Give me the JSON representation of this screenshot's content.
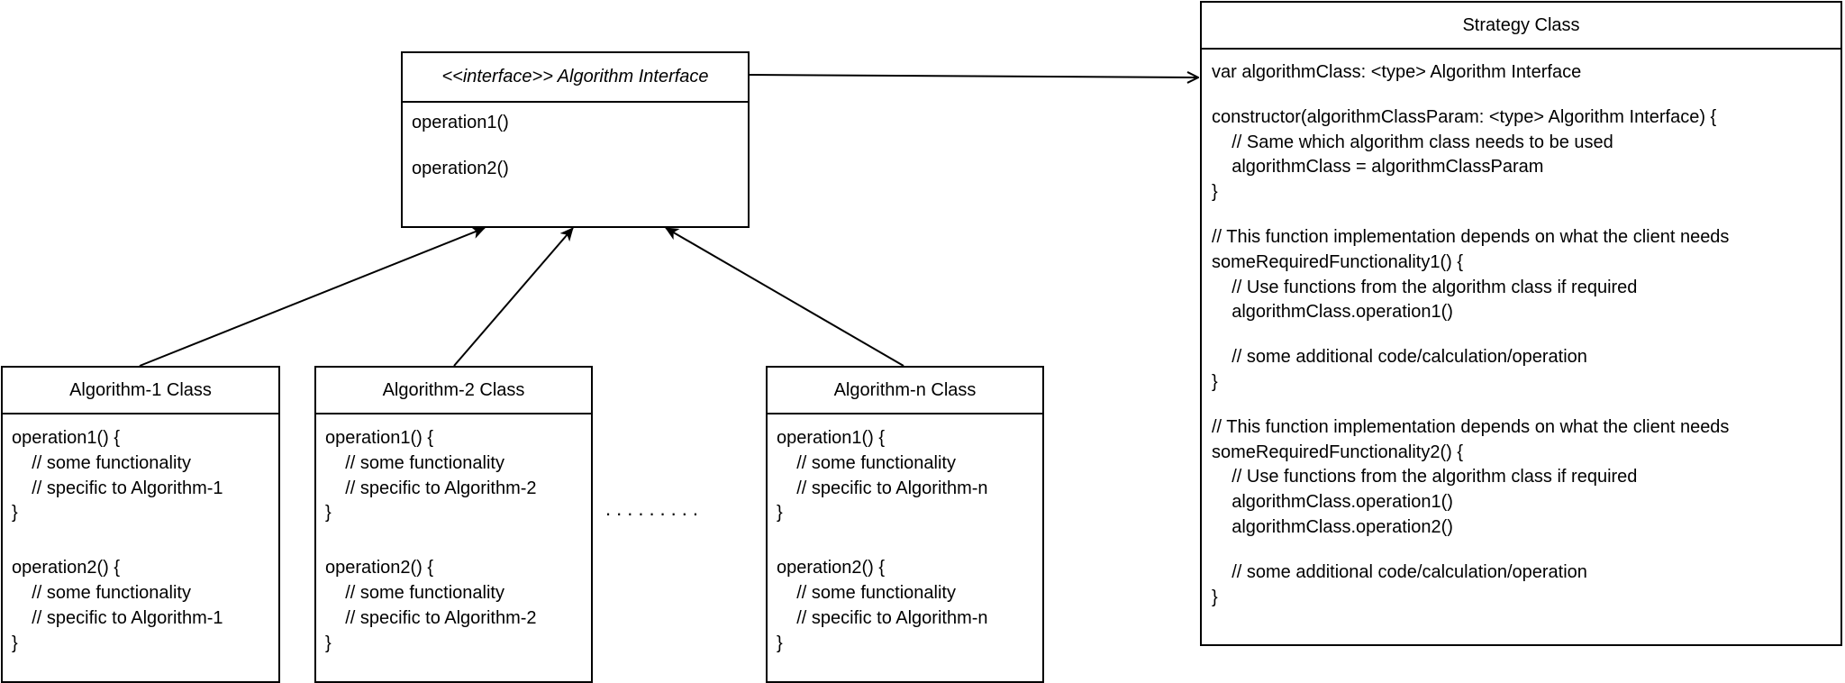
{
  "interface": {
    "title": "<<interface>> Algorithm Interface",
    "lines": [
      "operation1()",
      "",
      "operation2()"
    ]
  },
  "strategy": {
    "title": "Strategy Class",
    "lines": [
      "var algorithmClass: <type> Algorithm Interface",
      "",
      "constructor(algorithmClassParam: <type> Algorithm Interface) {",
      "    // Same which algorithm class needs to be used",
      "    algorithmClass = algorithmClassParam",
      "}",
      "",
      "// This function implementation depends on what the client needs",
      "someRequiredFunctionality1() {",
      "    // Use functions from the algorithm class if required",
      "    algorithmClass.operation1()",
      "",
      "    // some additional code/calculation/operation",
      "}",
      "",
      "// This function implementation depends on what the client needs",
      "someRequiredFunctionality2() {",
      "    // Use functions from the algorithm class if required",
      "    algorithmClass.operation1()",
      "    algorithmClass.operation2()",
      "",
      "    // some additional code/calculation/operation",
      "}"
    ]
  },
  "algorithms": [
    {
      "title": "Algorithm-1 Class",
      "lines": [
        "operation1() {",
        "    // some functionality",
        "    // specific to Algorithm-1",
        "}",
        "",
        "operation2() {",
        "    // some functionality",
        "    // specific to Algorithm-1",
        "}"
      ]
    },
    {
      "title": "Algorithm-2 Class",
      "lines": [
        "operation1() {",
        "    // some functionality",
        "    // specific to Algorithm-2",
        "}",
        "",
        "operation2() {",
        "    // some functionality",
        "    // specific to Algorithm-2",
        "}"
      ]
    },
    {
      "title": "Algorithm-n Class",
      "lines": [
        "operation1() {",
        "    // some functionality",
        "    // specific to Algorithm-n",
        "}",
        "",
        "operation2() {",
        "    // some functionality",
        "    // specific to Algorithm-n",
        "}"
      ]
    }
  ],
  "ellipsis": "........."
}
